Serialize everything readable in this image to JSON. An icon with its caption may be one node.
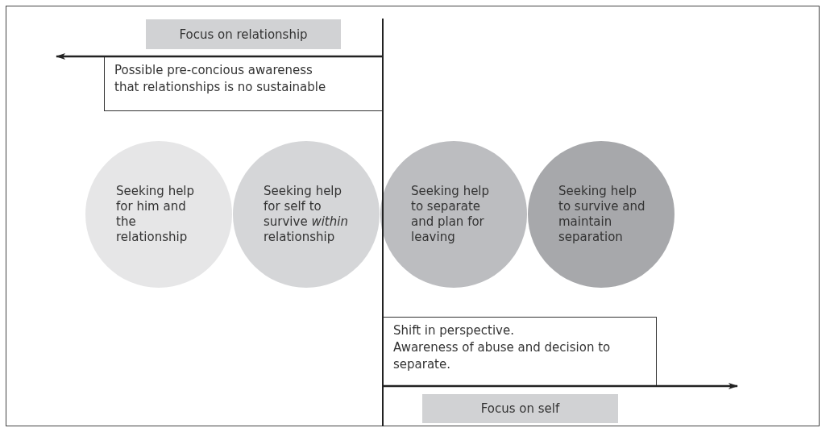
{
  "diagram": {
    "nodes": [
      {
        "text": [
          "Focus on relationship"
        ]
      },
      {
        "text": [
          "Possible pre-concious awareness that relationships is no sustainable"
        ]
      },
      {
        "text": [
          "Seeking help for him and the relationship"
        ]
      },
      {
        "text": [
          "Seeking help for self to survive *within* relationship"
        ]
      },
      {
        "text": [
          "Seeking help to separate and plan for leaving"
        ]
      },
      {
        "text": [
          "Seeking help to survive and maintain separation"
        ]
      },
      {
        "text": [
          "Shift in perspective.",
          "Awareness of abuse and decision to separate."
        ]
      },
      {
        "text": [
          "Focus on self"
        ]
      }
    ]
  }
}
